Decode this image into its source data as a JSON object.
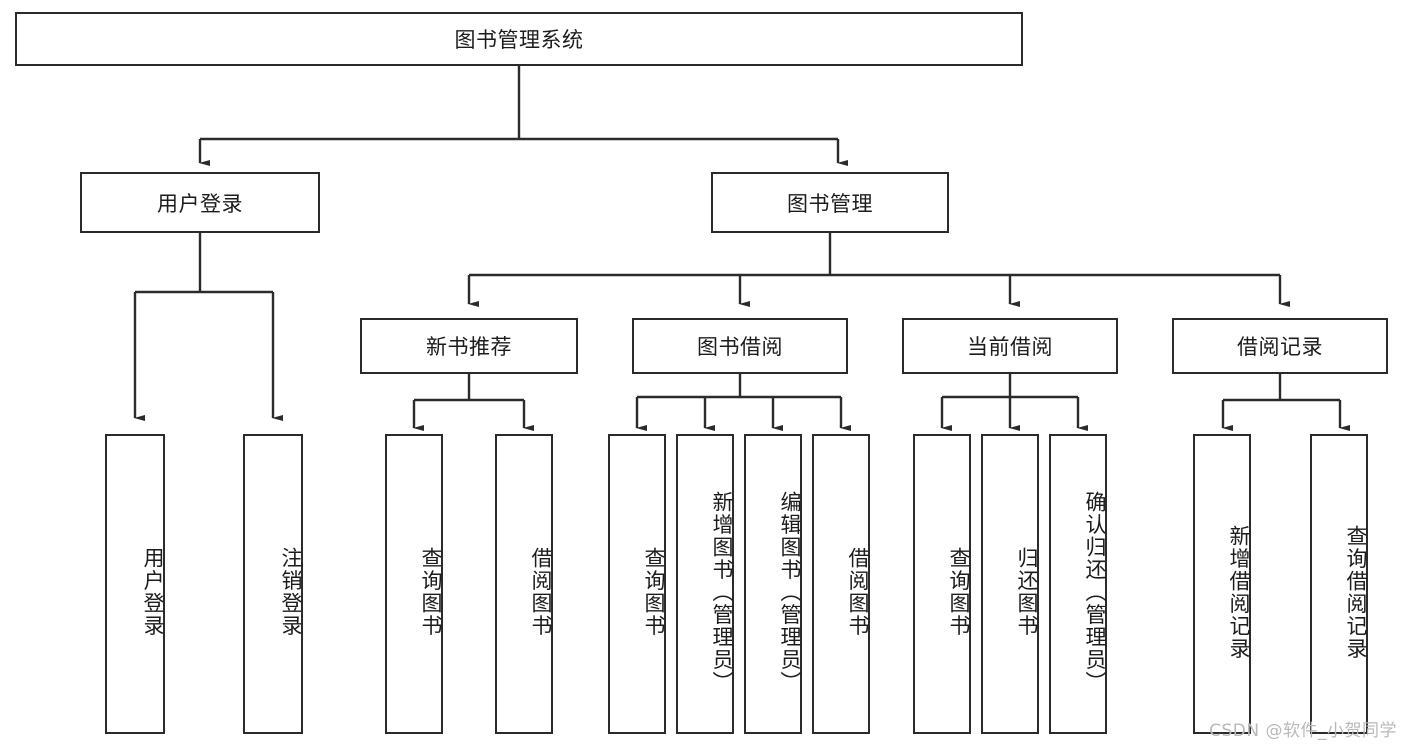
{
  "diagram": {
    "title_node": {
      "label": "图书管理系统"
    },
    "level2": [
      {
        "id": "user-login",
        "label": "用户登录"
      },
      {
        "id": "book-manage",
        "label": "图书管理"
      }
    ],
    "level3": [
      {
        "id": "new-book-rec",
        "label": "新书推荐"
      },
      {
        "id": "book-borrow",
        "label": "图书借阅"
      },
      {
        "id": "current-borrow",
        "label": "当前借阅"
      },
      {
        "id": "borrow-record",
        "label": "借阅记录"
      }
    ],
    "leaves": [
      {
        "id": "leaf-user-login",
        "label": "用户登录"
      },
      {
        "id": "leaf-logout",
        "label": "注销登录"
      },
      {
        "id": "leaf-query-book-1",
        "label": "查询图书"
      },
      {
        "id": "leaf-borrow-book-1",
        "label": "借阅图书"
      },
      {
        "id": "leaf-query-book-2",
        "label": "查询图书"
      },
      {
        "id": "leaf-add-book",
        "label": "新增图书（管理员）"
      },
      {
        "id": "leaf-edit-book",
        "label": "编辑图书（管理员）"
      },
      {
        "id": "leaf-borrow-book-2",
        "label": "借阅图书"
      },
      {
        "id": "leaf-query-book-3",
        "label": "查询图书"
      },
      {
        "id": "leaf-return-book",
        "label": "归还图书"
      },
      {
        "id": "leaf-confirm-return",
        "label": "确认归还（管理员）"
      },
      {
        "id": "leaf-add-record",
        "label": "新增借阅记录"
      },
      {
        "id": "leaf-query-record",
        "label": "查询借阅记录"
      }
    ]
  },
  "watermark": {
    "text": "CSDN @软件_小贺同学"
  },
  "colors": {
    "stroke": "#2b2b2b",
    "fill": "#ffffff",
    "text": "#1c1c1c",
    "watermark": "#b9b9b9"
  }
}
